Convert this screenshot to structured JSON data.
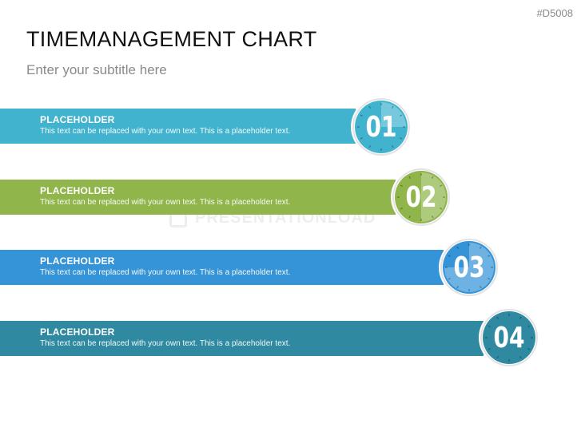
{
  "code": "#D5008",
  "title": "TIMEMANAGEMENT CHART",
  "subtitle": "Enter your subtitle here",
  "watermark": "PRESENTATIONLOAD",
  "items": [
    {
      "heading": "PLACEHOLDER",
      "text": "This text can be replaced with your own text. This is a placeholder text.",
      "number": "01",
      "color": "#41b3ce",
      "progress": 0.25
    },
    {
      "heading": "PLACEHOLDER",
      "text": "This text can be replaced with your own text. This is a placeholder text.",
      "number": "02",
      "color": "#8fb54b",
      "progress": 0.5
    },
    {
      "heading": "PLACEHOLDER",
      "text": "This text can be replaced with your own text. This is a placeholder text.",
      "number": "03",
      "color": "#3494d7",
      "progress": 0.75
    },
    {
      "heading": "PLACEHOLDER",
      "text": "This text can be replaced with your own text. This is a placeholder text.",
      "number": "04",
      "color": "#2f8aa1",
      "progress": 1.0
    }
  ]
}
